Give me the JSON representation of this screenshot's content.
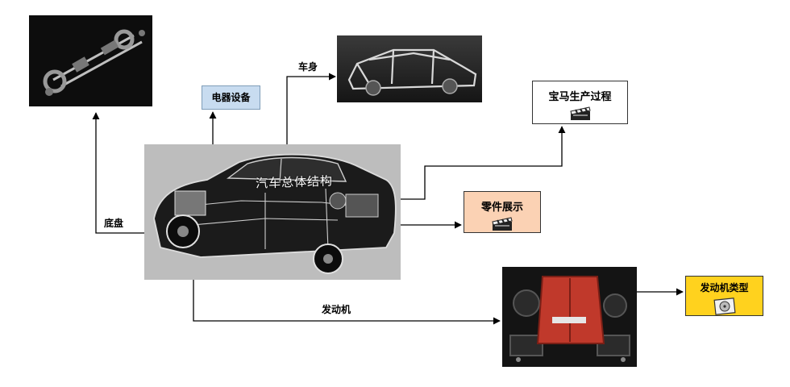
{
  "car": {
    "title": "汽车总体结构"
  },
  "labels": {
    "chassis": "底盘",
    "body": "车身",
    "engine": "发动机"
  },
  "boxes": {
    "electrical": "电器设备",
    "bmw_production": "宝马生产过程",
    "parts_display": "零件展示",
    "engine_types": "发动机类型"
  },
  "colors": {
    "electrical_box": "#c8dcf0",
    "parts_box": "#fbd2b4",
    "engine_types_box": "#ffd21e",
    "car_panel": "#bdbdbd",
    "engine_cover": "#c0392b"
  },
  "icons": {
    "clapperboard": "clapperboard-icon",
    "dvd": "dvd-icon"
  }
}
